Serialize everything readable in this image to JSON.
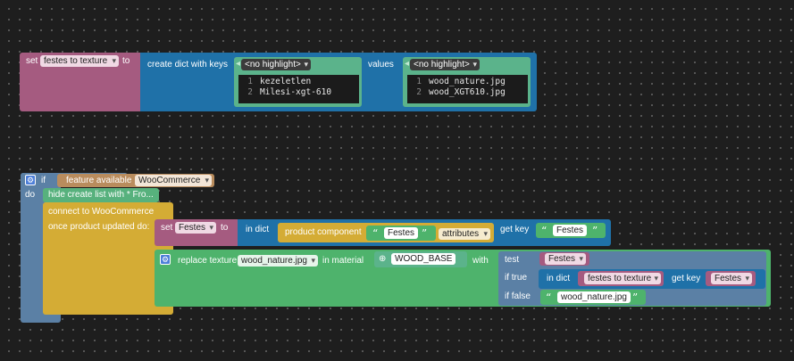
{
  "block1": {
    "set_label": "set",
    "var_name": "festes to texture",
    "to_label": "to",
    "dict_label": "create dict with keys",
    "keys_dropdown": "<no highlight>",
    "values_label": "values",
    "values_dropdown": "<no highlight>",
    "keys": [
      {
        "n": "1",
        "text": "kezeletlen"
      },
      {
        "n": "2",
        "text": "Milesi-xgt-610"
      }
    ],
    "values": [
      {
        "n": "1",
        "text": "wood_nature.jpg"
      },
      {
        "n": "2",
        "text": "wood_XGT610.jpg"
      }
    ]
  },
  "block2": {
    "if_label": "if",
    "do_label": "do",
    "feature_label": "feature available",
    "feature_value": "WooCommerce",
    "hide_label": "hide create list with * Fro...",
    "connect_label": "connect to WooCommerce",
    "once_label": "once product updated do:",
    "set_label": "set",
    "set_var": "Festes",
    "to_label": "to",
    "in_dict_label": "in dict",
    "product_component_label": "product component",
    "component_name": "Festes",
    "attributes_value": "attributes",
    "get_key_label": "get key",
    "get_key_value": "Festes",
    "replace_label": "replace texture",
    "texture_value": "wood_nature.jpg",
    "material_label": "in material",
    "material_value": "WOOD_BASE",
    "with_label": "with",
    "test_label": "test",
    "test_var": "Festes",
    "if_true_label": "if true",
    "inner_in_dict_label": "in dict",
    "inner_dict_var": "festes to texture",
    "inner_get_key_label": "get key",
    "inner_get_key_var": "Festes",
    "if_false_label": "if false",
    "if_false_value": "wood_nature.jpg"
  },
  "colors": {
    "variable": "#a55b80",
    "dict": "#1f71a8",
    "code_frame": "#5bb38b",
    "control": "#5b80a5",
    "event": "#d4ac35",
    "texture": "#4eb36c",
    "feature": "#b98c5d",
    "hide": "#57b17d"
  }
}
